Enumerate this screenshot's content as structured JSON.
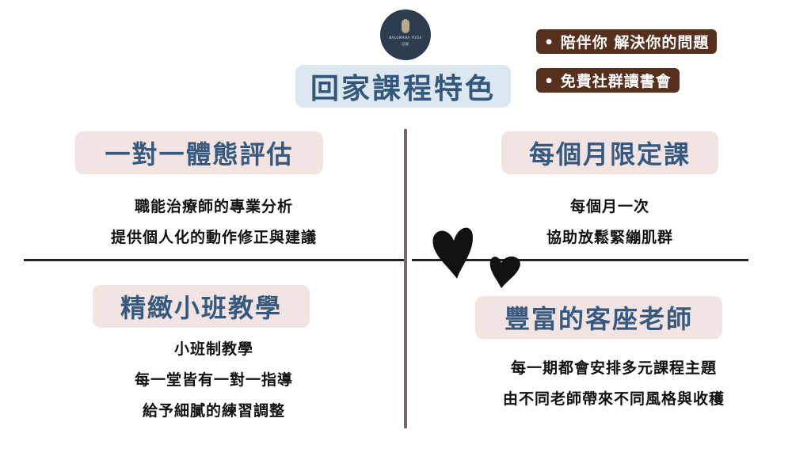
{
  "logo": {
    "text": "BALUMAHA YOGA",
    "sub": "回家"
  },
  "title": "回家課程特色",
  "badges": [
    "• 陪伴你 解決你的問題",
    "• 免費社群讀書會"
  ],
  "sections": [
    {
      "heading": "一對一體態評估",
      "lines": [
        "職能治療師的專業分析",
        "提供個人化的動作修正與建議"
      ]
    },
    {
      "heading": "每個月限定課",
      "lines": [
        "每個月一次",
        "協助放鬆緊繃肌群"
      ]
    },
    {
      "heading": "精緻小班教學",
      "lines": [
        "小班制教學",
        "每一堂皆有一對一指導",
        "給予細膩的練習調整"
      ]
    },
    {
      "heading": "豐富的客座老師",
      "lines": [
        "每一期都會安排多元課程主題",
        "由不同老師帶來不同風格與收穫"
      ]
    }
  ]
}
